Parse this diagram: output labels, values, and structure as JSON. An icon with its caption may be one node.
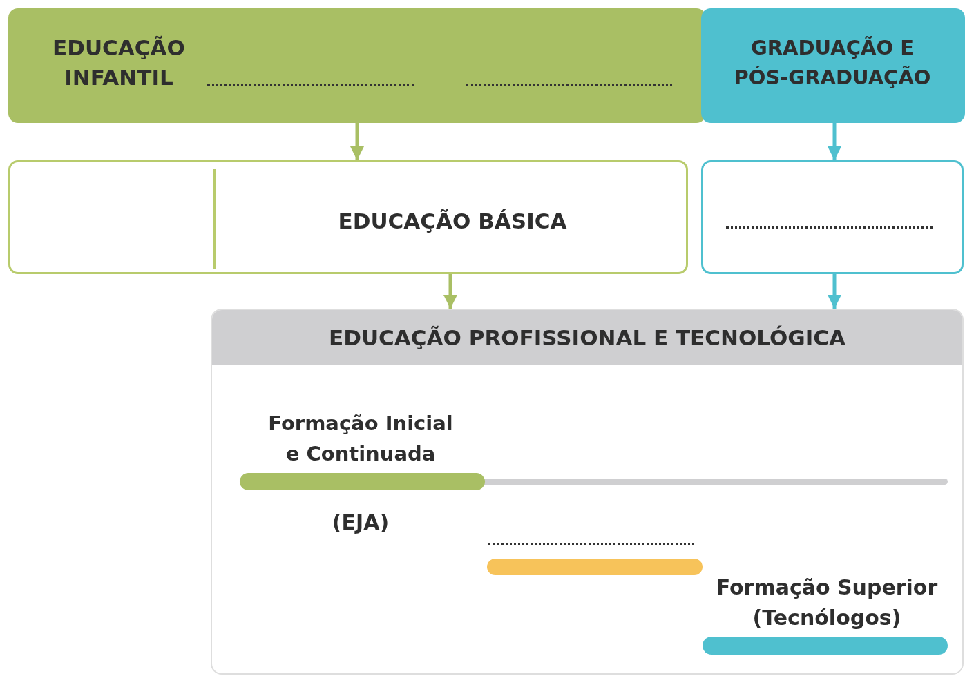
{
  "diagram": {
    "nodes": [
      {
        "text": [
          "EDUCAÇÃO INFANTIL"
        ]
      },
      {
        "text": [
          "GRADUAÇÃO E PÓS-GRADUAÇÃO"
        ]
      },
      {
        "text": [
          "EDUCAÇÃO BÁSICA"
        ]
      },
      {
        "text": [],
        "shape": "box"
      },
      {
        "text": [
          "EDUCAÇÃO PROFISSIONAL E TECNOLÓGICA"
        ]
      },
      {
        "text": [],
        "shape": "bar",
        "in": 4,
        "beside": [
          "Formação Inicial e Continuada",
          "(EJA)"
        ]
      },
      {
        "text": [],
        "shape": "bar",
        "in": 4
      },
      {
        "text": [],
        "shape": "bar",
        "in": 4,
        "beside": [
          "Formação Superior (Tecnólogos)"
        ]
      }
    ],
    "edges": [
      {
        "from": 0,
        "to": 2,
        "arrow": "to"
      },
      {
        "from": 1,
        "to": 3,
        "arrow": "to",
        "color": "#4fc0cf"
      },
      {
        "from": 2,
        "to": 4,
        "arrow": "to"
      },
      {
        "from": 3,
        "to": 4,
        "arrow": "to",
        "color": "#4fc0cf"
      }
    ]
  }
}
